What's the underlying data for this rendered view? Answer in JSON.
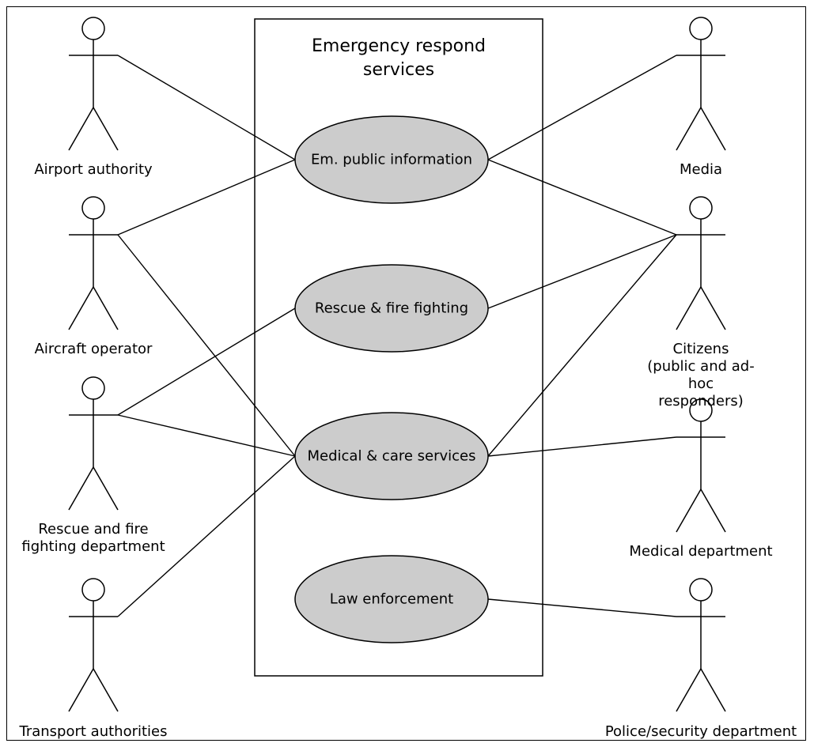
{
  "system": {
    "title": "Emergency respond\nservices"
  },
  "use_cases": [
    {
      "id": "em-public-information",
      "label": "Em. public information"
    },
    {
      "id": "rescue-fire-fighting",
      "label": "Rescue & fire fighting"
    },
    {
      "id": "medical-care-services",
      "label": "Medical & care services"
    },
    {
      "id": "law-enforcement",
      "label": "Law enforcement"
    }
  ],
  "actors": {
    "left": [
      {
        "id": "airport-authority",
        "label": "Airport authority"
      },
      {
        "id": "aircraft-operator",
        "label": "Aircraft operator"
      },
      {
        "id": "rescue-fire-department",
        "label": "Rescue and fire\nfighting department"
      },
      {
        "id": "transport-authorities",
        "label": "Transport authorities"
      }
    ],
    "right": [
      {
        "id": "media",
        "label": "Media"
      },
      {
        "id": "citizens",
        "label": "Citizens\n(public and ad-hoc responders)"
      },
      {
        "id": "medical-department",
        "label": "Medical department"
      },
      {
        "id": "police-security-department",
        "label": "Police/security department"
      }
    ]
  },
  "associations": [
    [
      "airport-authority",
      "em-public-information"
    ],
    [
      "aircraft-operator",
      "em-public-information"
    ],
    [
      "aircraft-operator",
      "medical-care-services"
    ],
    [
      "rescue-fire-department",
      "rescue-fire-fighting"
    ],
    [
      "rescue-fire-department",
      "medical-care-services"
    ],
    [
      "transport-authorities",
      "medical-care-services"
    ],
    [
      "media",
      "em-public-information"
    ],
    [
      "citizens",
      "em-public-information"
    ],
    [
      "citizens",
      "rescue-fire-fighting"
    ],
    [
      "citizens",
      "medical-care-services"
    ],
    [
      "medical-department",
      "medical-care-services"
    ],
    [
      "police-security-department",
      "law-enforcement"
    ]
  ],
  "colors": {
    "use_case_fill": "#cccccc",
    "stroke": "#000000",
    "background": "#ffffff"
  }
}
